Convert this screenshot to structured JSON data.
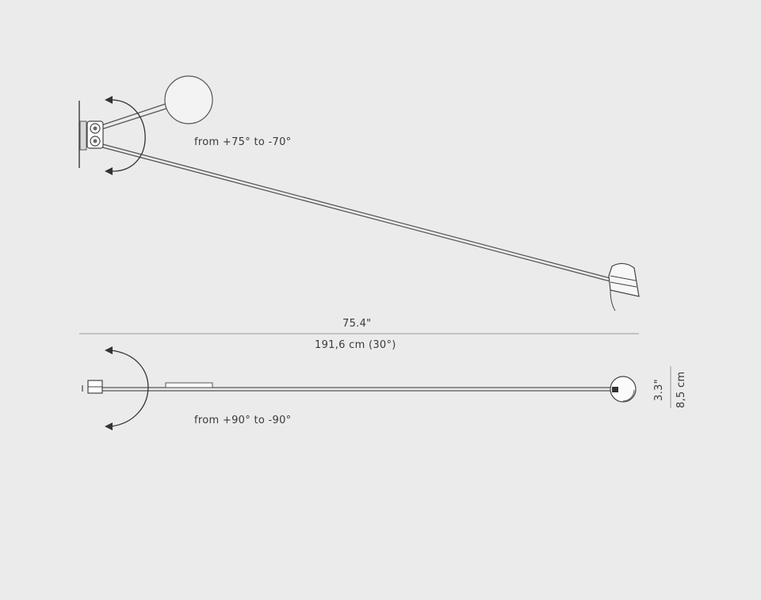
{
  "side_view": {
    "rotation_label": "from +75° to -70°"
  },
  "dimensions": {
    "width_inches": "75.4\"",
    "width_cm": "191,6 cm (30°)",
    "head_height_inches": "3.3\"",
    "head_height_cm": "8,5 cm"
  },
  "top_view": {
    "rotation_label": "from +90° to -90°"
  },
  "colors": {
    "background": "#ebebeb",
    "line": "#555555",
    "text": "#3a3a3a"
  }
}
